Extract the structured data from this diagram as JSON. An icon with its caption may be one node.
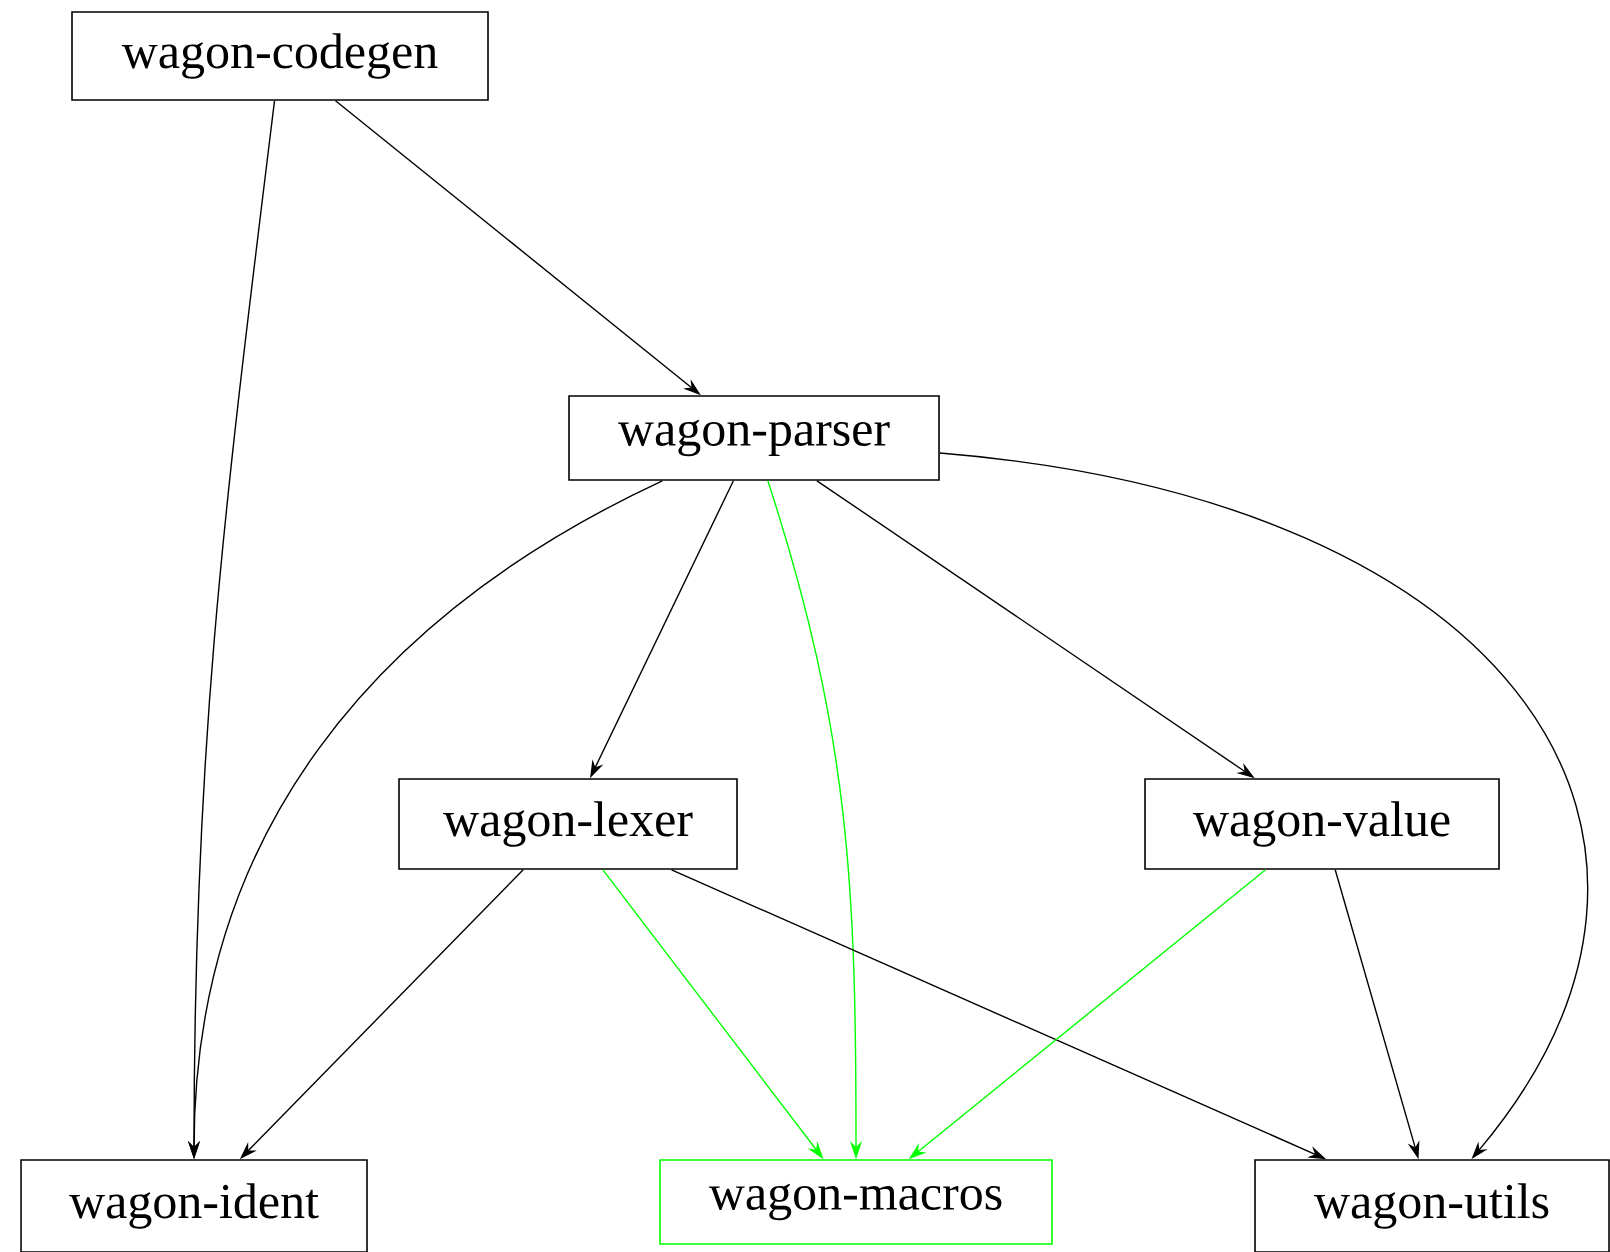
{
  "diagram": {
    "nodes": [
      {
        "text": [
          "wagon-codegen"
        ]
      },
      {
        "text": [
          "wagon-parser"
        ]
      },
      {
        "text": [
          "wagon-lexer"
        ]
      },
      {
        "text": [
          "wagon-value"
        ]
      },
      {
        "text": [
          "wagon-ident"
        ]
      },
      {
        "text": [
          "wagon-macros"
        ]
      },
      {
        "text": [
          "wagon-utils"
        ]
      }
    ],
    "edges": [
      {
        "from": 0,
        "to": 4,
        "arrow": "to"
      },
      {
        "from": 0,
        "to": 1,
        "arrow": "to"
      },
      {
        "from": 1,
        "to": 4,
        "arrow": "to"
      },
      {
        "from": 1,
        "to": 2,
        "arrow": "to"
      },
      {
        "from": 1,
        "to": 5,
        "arrow": "to",
        "color": "#00ff00"
      },
      {
        "from": 1,
        "to": 3,
        "arrow": "to"
      },
      {
        "from": 1,
        "to": 6,
        "arrow": "to"
      },
      {
        "from": 2,
        "to": 4,
        "arrow": "to"
      },
      {
        "from": 2,
        "to": 5,
        "arrow": "to",
        "color": "#00ff00"
      },
      {
        "from": 2,
        "to": 6,
        "arrow": "to"
      },
      {
        "from": 3,
        "to": 5,
        "arrow": "to",
        "color": "#00ff00"
      },
      {
        "from": 3,
        "to": 6,
        "arrow": "to"
      }
    ]
  }
}
